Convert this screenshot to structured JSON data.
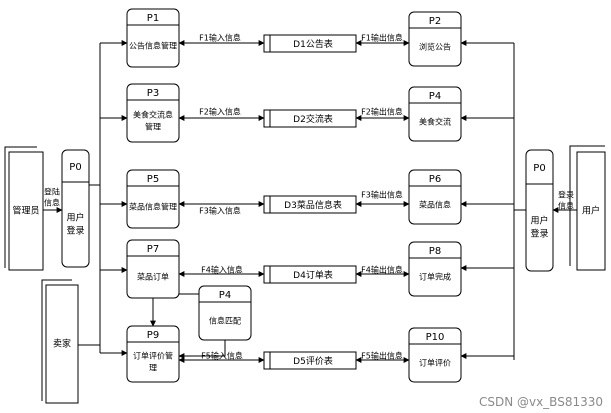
{
  "processes": [
    {
      "id": "p1",
      "code": "P1",
      "label": [
        "公告信息管理"
      ]
    },
    {
      "id": "p3",
      "code": "P3",
      "label": [
        "美食交流息",
        "管理"
      ]
    },
    {
      "id": "p5",
      "code": "P5",
      "label": [
        "菜品信息管理"
      ]
    },
    {
      "id": "p7",
      "code": "P7",
      "label": [
        "菜品订单"
      ]
    },
    {
      "id": "p9",
      "code": "P9",
      "label": [
        "订单评价管",
        "理"
      ]
    },
    {
      "id": "p4m",
      "code": "P4",
      "label": [
        "信息匹配"
      ]
    },
    {
      "id": "p2",
      "code": "P2",
      "label": [
        "浏览公告"
      ]
    },
    {
      "id": "p4",
      "code": "P4",
      "label": [
        "美食交流"
      ]
    },
    {
      "id": "p6",
      "code": "P6",
      "label": [
        "菜品信息"
      ]
    },
    {
      "id": "p8",
      "code": "P8",
      "label": [
        "订单完成"
      ]
    },
    {
      "id": "p10",
      "code": "P10",
      "label": [
        "订单评价"
      ]
    },
    {
      "id": "p0l",
      "code": "P0",
      "label": [
        "用户",
        "登录"
      ]
    },
    {
      "id": "p0r",
      "code": "P0",
      "label": [
        "用户",
        "登录"
      ]
    }
  ],
  "entities": [
    {
      "id": "admin",
      "label": "管理员"
    },
    {
      "id": "seller",
      "label": "卖家"
    },
    {
      "id": "user",
      "label": "用户"
    }
  ],
  "stores": [
    {
      "id": "d1",
      "label": "D1公告表"
    },
    {
      "id": "d2",
      "label": "D2交流表"
    },
    {
      "id": "d3",
      "label": "D3菜品信息表"
    },
    {
      "id": "d4",
      "label": "D4订单表"
    },
    {
      "id": "d5",
      "label": "D5评价表"
    }
  ],
  "flows": [
    {
      "id": "f1i",
      "label": "F1输入信息"
    },
    {
      "id": "f2i",
      "label": "F2输入信息"
    },
    {
      "id": "f3i",
      "label": "F3输入信息"
    },
    {
      "id": "f4i",
      "label": "F4输入信息"
    },
    {
      "id": "f5i",
      "label": "F5输入信息"
    },
    {
      "id": "f1o",
      "label": "F1输出信息"
    },
    {
      "id": "f2o",
      "label": "F2输出信息"
    },
    {
      "id": "f3o",
      "label": "F3输出信息"
    },
    {
      "id": "f4o",
      "label": "F4输出信息"
    },
    {
      "id": "f5o",
      "label": "F5输出信息"
    },
    {
      "id": "loginL",
      "label": [
        "登陆",
        "信息"
      ]
    },
    {
      "id": "loginR",
      "label": [
        "登录",
        "信息"
      ]
    }
  ],
  "watermark": "CSDN @vx_BS81330"
}
